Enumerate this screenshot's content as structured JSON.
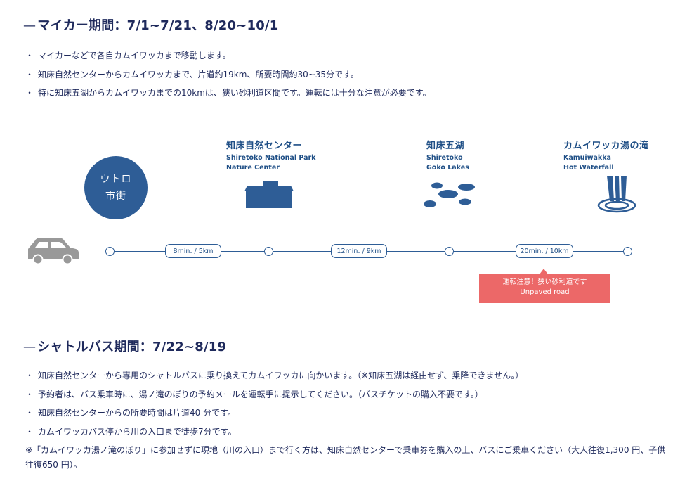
{
  "section1": {
    "dash": "—",
    "heading": "マイカー期間：7/1~7/21、8/20~10/1",
    "bullets": [
      "マイカーなどで各自カムイワッカまで移動します。",
      "知床自然センターからカムイワッカまで、片道約19km、所要時間約30~35分です。",
      "特に知床五湖からカムイワッカまでの10kmは、狭い砂利道区間です。運転には十分な注意が必要です。"
    ]
  },
  "diagram": {
    "start": {
      "line1": "ウトロ",
      "line2": "市街"
    },
    "stations": [
      {
        "ja": "知床自然センター",
        "en1": "Shiretoko National Park",
        "en2": "Nature Center",
        "icon": "building-icon"
      },
      {
        "ja": "知床五湖",
        "en1": "Shiretoko",
        "en2": "Goko Lakes",
        "icon": "lakes-icon"
      },
      {
        "ja": "カムイワッカ湯の滝",
        "en1": "Kamuiwakka",
        "en2": "Hot Waterfall",
        "icon": "waterfall-icon"
      }
    ],
    "segments": [
      "8min. / 5km",
      "12min. / 9km",
      "20min. / 10km"
    ],
    "warning": {
      "line1": "運転注意！狭い砂利道です",
      "line2": "Unpaved road"
    },
    "vehicle_icon": "car-icon",
    "colors": {
      "primary": "#2e5d96",
      "warning": "#ec6868",
      "car": "#999999",
      "text": "#1f2a5c"
    }
  },
  "section2": {
    "dash": "—",
    "heading": "シャトルバス期間：7/22~8/19",
    "bullets": [
      "知床自然センターから専用のシャトルバスに乗り換えてカムイワッカに向かいます。（※知床五湖は経由せず、乗降できません。）",
      "予約者は、バス乗車時に、湯ノ滝のぼりの予約メールを運転手に提示してください。（バスチケットの購入不要です。）",
      "知床自然センターからの所要時間は片道40 分です。",
      "カムイワッカバス停から川の入口まで徒歩7分です。"
    ],
    "note": "※「カムイワッカ湯ノ滝のぼり」に参加せずに現地（川の入口）まで行く方は、知床自然センターで乗車券を購入の上、バスにご乗車ください（大人往復1,300 円、子供往復650 円）。"
  }
}
